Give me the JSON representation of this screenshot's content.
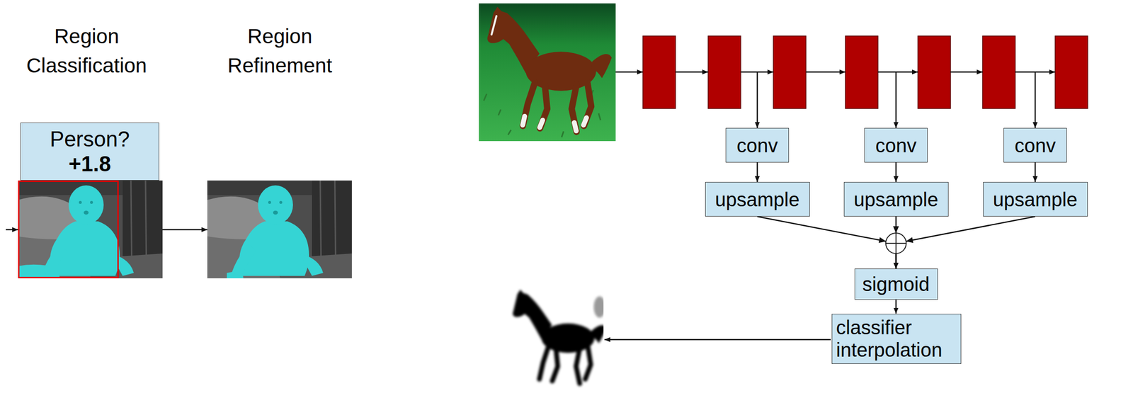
{
  "diagram": {
    "nodes": [
      {
        "text": [
          "Person?",
          "+1.8"
        ]
      },
      {
        "text": [
          "conv"
        ]
      },
      {
        "text": [
          "conv"
        ]
      },
      {
        "text": [
          "conv"
        ]
      },
      {
        "text": [
          "upsample"
        ]
      },
      {
        "text": [
          "upsample"
        ]
      },
      {
        "text": [
          "upsample"
        ]
      },
      {
        "text": [
          "sigmoid"
        ]
      },
      {
        "text": [
          "classifier interpolation"
        ]
      }
    ],
    "edges": [
      {
        "from": 1,
        "to": 4,
        "arrow": "to"
      },
      {
        "from": 2,
        "to": 5,
        "arrow": "to"
      },
      {
        "from": 3,
        "to": 6,
        "arrow": "to"
      },
      {
        "from": 4,
        "to": 7,
        "arrow": "to"
      },
      {
        "from": 5,
        "to": 7,
        "arrow": "to"
      },
      {
        "from": 6,
        "to": 7,
        "arrow": "to"
      },
      {
        "from": 7,
        "to": 8,
        "arrow": "to"
      }
    ],
    "labels": [
      "Region Classification",
      "Region Refinement"
    ]
  }
}
